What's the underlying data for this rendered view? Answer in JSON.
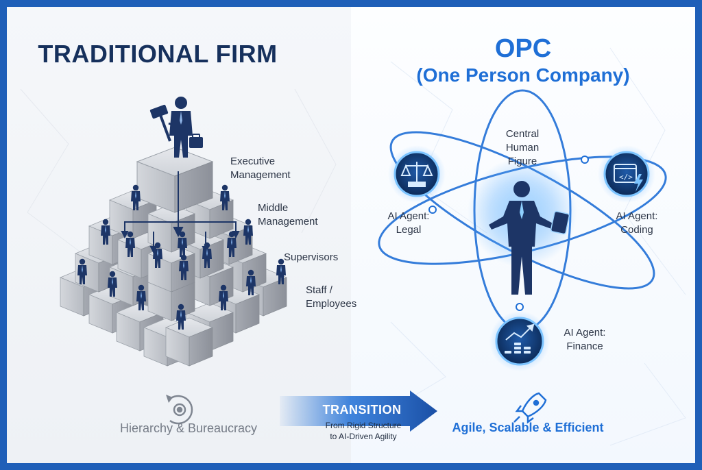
{
  "left": {
    "title": "TRADITIONAL FIRM",
    "levels": {
      "executive": "Executive Management",
      "middle": "Middle Management",
      "supervisors": "Supervisors",
      "staff": "Staff / Employees"
    },
    "footer": "Hierarchy & Bureaucracy"
  },
  "right": {
    "title": "OPC",
    "subtitle": "(One Person Company)",
    "center": "Central Human Figure",
    "agents": {
      "legal": "AI Agent: Legal",
      "coding": "AI Agent: Coding",
      "finance": "AI Agent: Finance"
    },
    "footer": "Agile, Scalable & Efficient"
  },
  "transition": {
    "label": "TRANSITION",
    "line1": "From Rigid Structure",
    "line2": "to AI-Driven Agility"
  },
  "colors": {
    "navy": "#16305c",
    "accent": "#1f6fd6",
    "frame": "#1f5fb8",
    "cube": "#c9ccd2"
  },
  "icons": [
    "gavel-icon",
    "briefcase-icon",
    "scales-icon",
    "code-icon",
    "lightning-icon",
    "chart-icon",
    "coins-icon",
    "gear-icon",
    "rocket-icon",
    "tablet-icon"
  ]
}
